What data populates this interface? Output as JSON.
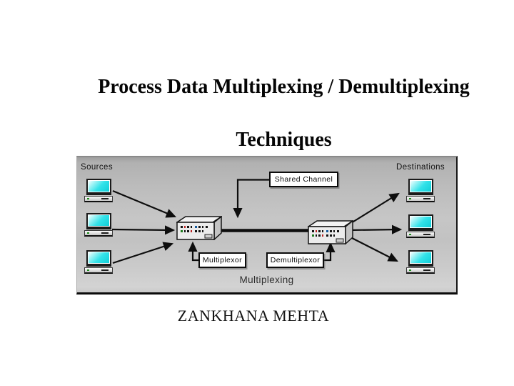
{
  "slide": {
    "title_line1": "Process Data Multiplexing / Demultiplexing",
    "title_line2": "Techniques",
    "author": "ZANKHANA MEHTA"
  },
  "diagram": {
    "sources_label": "Sources",
    "destinations_label": "Destinations",
    "shared_channel_label": "Shared Channel",
    "multiplexor_label": "Multiplexor",
    "demultiplexor_label": "Demultiplexor",
    "caption": "Multiplexing",
    "source_computer_count": 3,
    "destination_computer_count": 3,
    "colors": {
      "panel_gray_top": "#a6a6a6",
      "panel_gray_mid": "#c6c6c6",
      "panel_gray_bottom": "#cfcfcf",
      "screen_cyan": "#2be2ea",
      "arrow_black": "#0d0d0d",
      "label_box_bg": "#ffffff",
      "label_box_border": "#0c0c0c"
    }
  }
}
